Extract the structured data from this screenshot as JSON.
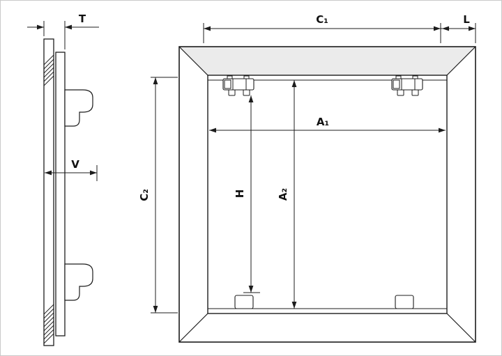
{
  "drawing": {
    "kind": "technical-dimension-diagram",
    "subject": "access-panel-frame"
  },
  "labels": {
    "t": "T",
    "v": "V",
    "c1": "C₁",
    "l": "L",
    "a1": "A₁",
    "c2": "C₂",
    "h": "H",
    "a2": "A₂"
  },
  "colors": {
    "line": "#1c1c1c",
    "background": "#ffffff",
    "frame_shade": "#ebebeb",
    "border": "#c9c9c9"
  }
}
